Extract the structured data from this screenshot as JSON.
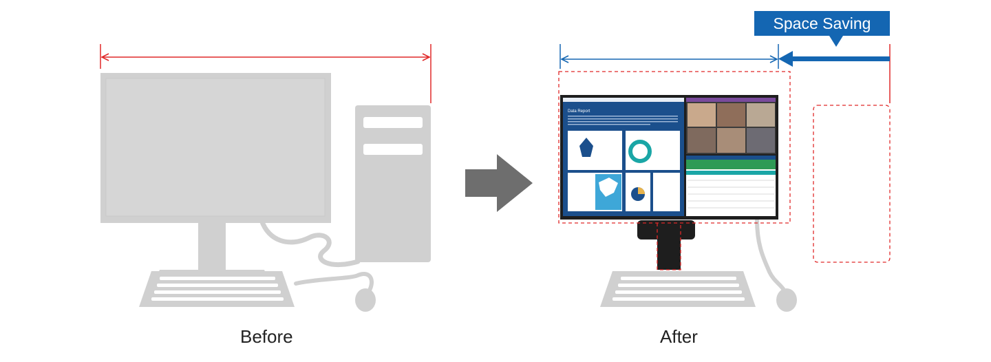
{
  "captions": {
    "before": "Before",
    "after": "After"
  },
  "callout": {
    "label": "Space Saving"
  },
  "screen": {
    "report_title": "Data Report",
    "colors": {
      "screen_bg": "#1b4f8c",
      "teal": "#1aa6a6",
      "green_header": "#2e9a55",
      "purple_bar": "#7a4b9c"
    }
  },
  "colors": {
    "device_gray": "#d0d0d0",
    "measure_red": "#e02828",
    "measure_blue": "#1466b2",
    "arrow_gray": "#6e6e6e",
    "monitor_black": "#1e1e1e"
  }
}
